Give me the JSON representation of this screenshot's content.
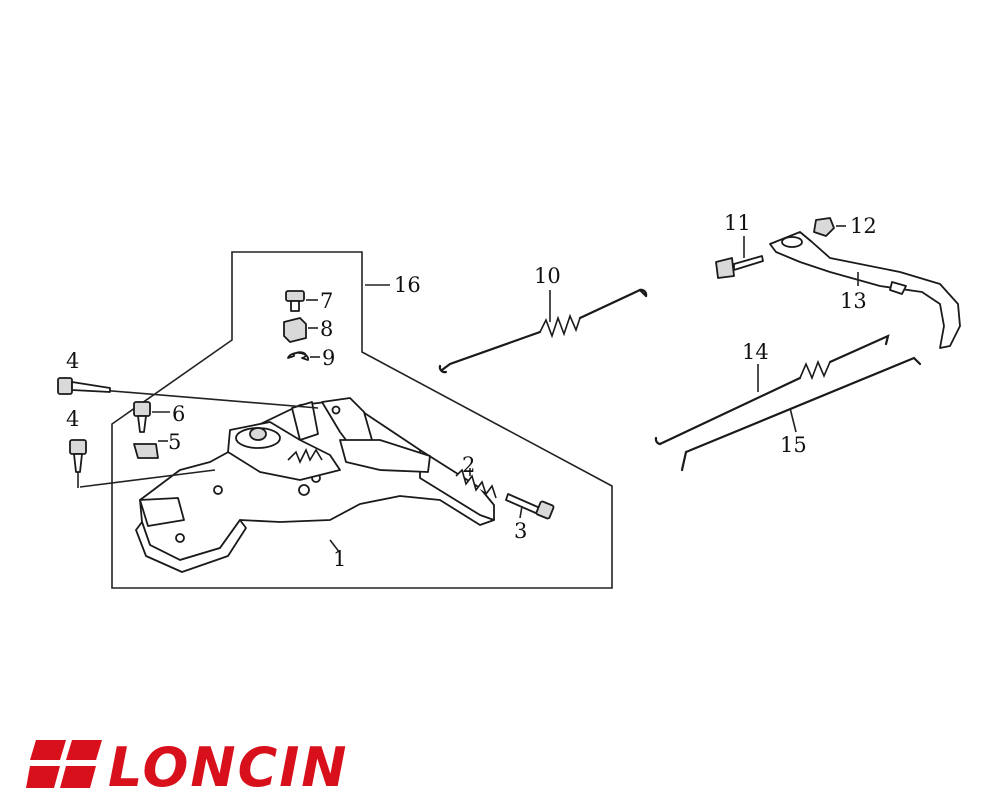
{
  "diagram": {
    "callouts": [
      "1",
      "2",
      "3",
      "4",
      "4",
      "5",
      "6",
      "7",
      "8",
      "9",
      "10",
      "11",
      "12",
      "13",
      "14",
      "15",
      "16"
    ]
  },
  "brand": {
    "logo_text": "LONCIN",
    "color": "#d8101c"
  }
}
